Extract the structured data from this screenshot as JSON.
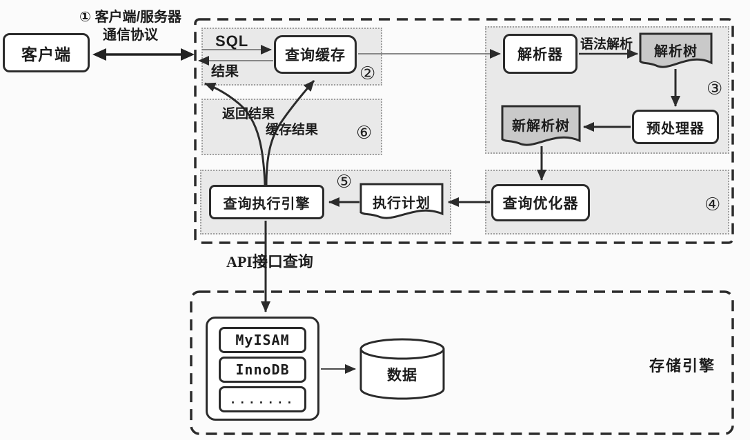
{
  "client": {
    "label": "客户端"
  },
  "protocol": {
    "line1": "① 客户端/服务器",
    "line2": "通信协议"
  },
  "server": {
    "sql": "SQL",
    "result": "结果",
    "query_cache": "查询缓存",
    "badge2": "②",
    "return_result": "返回结果",
    "cache_result": "缓存结果",
    "badge6": "⑥",
    "parser": "解析器",
    "syntax_parse": "语法解析",
    "parse_tree": "解析树",
    "badge3": "③",
    "preprocessor": "预处理器",
    "new_parse_tree": "新解析树",
    "exec_engine": "查询执行引擎",
    "badge5": "⑤",
    "exec_plan": "执行计划",
    "optimizer": "查询优化器",
    "badge4": "④"
  },
  "api_label": "API接口查询",
  "storage": {
    "engines": [
      "MyISAM",
      "InnoDB",
      "......."
    ],
    "data": "数据",
    "title": "存储引擎"
  },
  "colors": {
    "panel_fill": "#e9e9e9",
    "doc_fill": "#c9c9c9",
    "line_dark": "#2b2b2b",
    "line_thin": "#787878",
    "box_bg": "#ffffff"
  }
}
